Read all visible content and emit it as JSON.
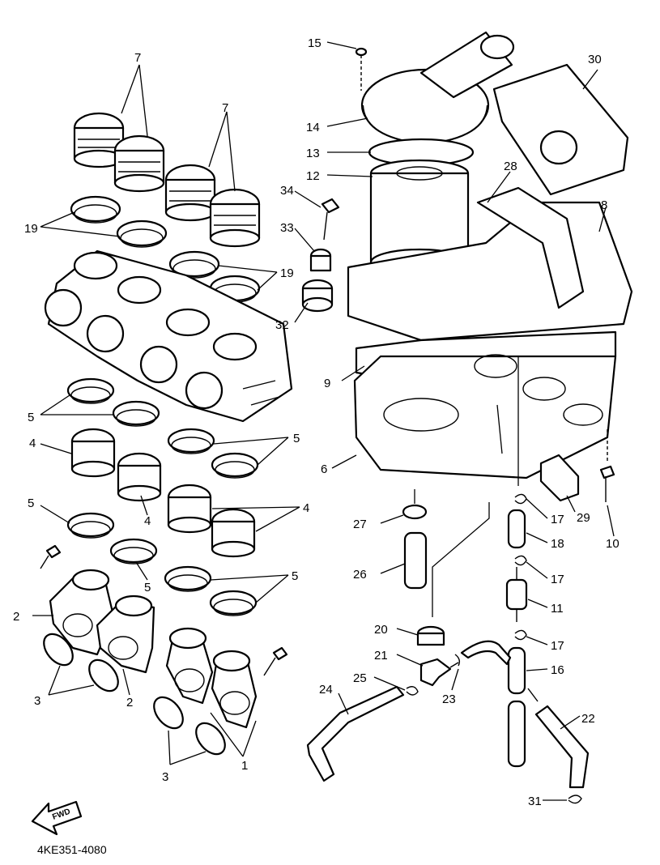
{
  "diagram": {
    "code": "4KE351-4080",
    "fwd_label": "FWD",
    "callouts": [
      "1",
      "2",
      "3",
      "4",
      "5",
      "6",
      "7",
      "8",
      "9",
      "10",
      "11",
      "12",
      "13",
      "14",
      "15",
      "16",
      "17",
      "18",
      "19",
      "20",
      "21",
      "22",
      "23",
      "24",
      "25",
      "26",
      "27",
      "28",
      "29",
      "30",
      "31",
      "32",
      "33",
      "34"
    ]
  }
}
